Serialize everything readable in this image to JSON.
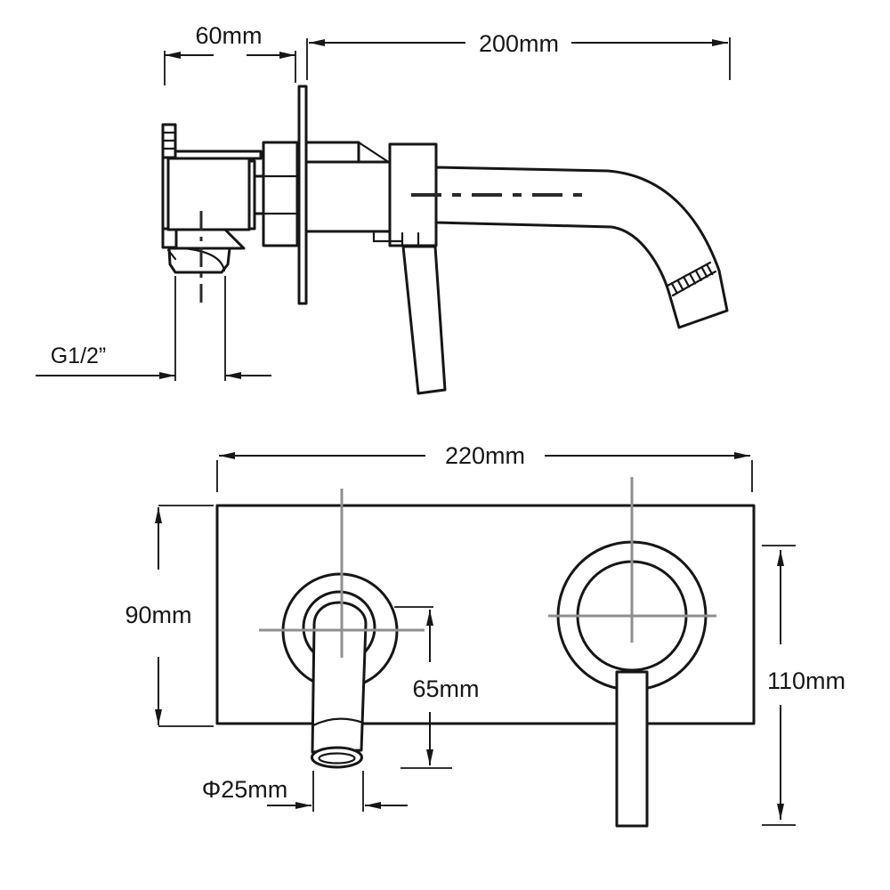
{
  "drawing": {
    "subject": "wall-mounted basin mixer tap dimension drawing",
    "background": "#ffffff",
    "line_color": "#161616",
    "centerline_color": "#8f8f8f",
    "side_view": {
      "name": "side installation view",
      "dims": {
        "wall_depth": "60mm",
        "spout_reach": "200mm",
        "outlet_thread": "G1/2”"
      }
    },
    "front_view": {
      "name": "front face view",
      "dims": {
        "plate_width": "220mm",
        "plate_height": "90mm",
        "spout_drop": "65mm",
        "overall_height": "110mm",
        "spout_diameter": "Φ25mm"
      }
    }
  }
}
